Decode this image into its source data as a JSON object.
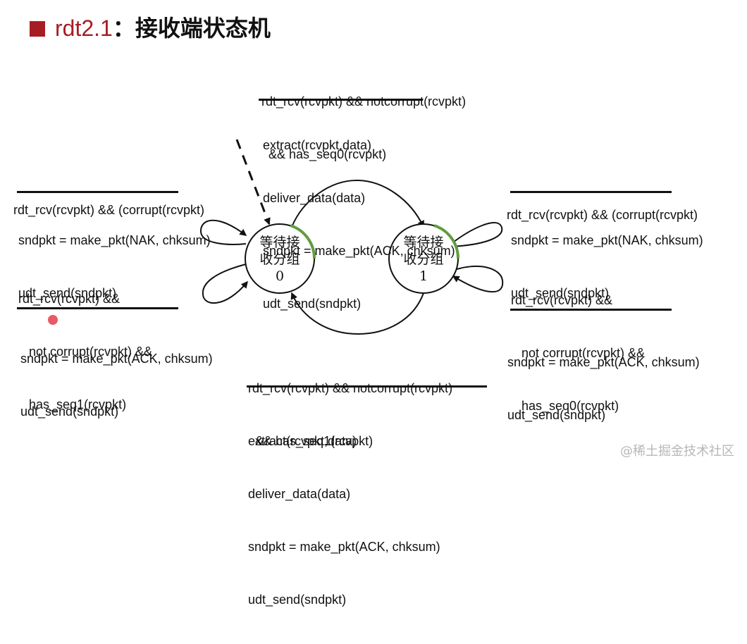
{
  "title": {
    "prefix": "rdt2.1",
    "separator": "：",
    "suffix": "接收端状态机"
  },
  "colors": {
    "accent_red": "#a61d24",
    "state_highlight_green": "#5f9e3d",
    "cursor_dot": "#e75b66",
    "watermark_gray": "#b7b7b7"
  },
  "states": [
    {
      "line1": "等待接",
      "line2": "收分组",
      "line3": "0"
    },
    {
      "line1": "等待接",
      "line2": "收分组",
      "line3": "1"
    }
  ],
  "transitions": {
    "top_center": {
      "condition_lines": [
        "rdt_rcv(rcvpkt) && notcorrupt(rcvpkt)",
        "  && has_seq0(rcvpkt)"
      ],
      "action_lines": [
        "extract(rcvpkt,data)",
        "deliver_data(data)",
        "sndpkt = make_pkt(ACK, chksum)",
        "udt_send(sndpkt)"
      ]
    },
    "left_corrupt": {
      "condition_lines": [
        "rdt_rcv(rcvpkt) && (corrupt(rcvpkt)"
      ],
      "action_lines": [
        "sndpkt = make_pkt(NAK, chksum)",
        "udt_send(sndpkt)"
      ]
    },
    "left_seq1": {
      "condition_lines": [
        "rdt_rcv(rcvpkt) &&",
        "   not corrupt(rcvpkt) &&",
        "   has_seq1(rcvpkt)"
      ],
      "action_lines": [
        "sndpkt = make_pkt(ACK, chksum)",
        "udt_send(sndpkt)"
      ]
    },
    "right_corrupt": {
      "condition_lines": [
        "rdt_rcv(rcvpkt) && (corrupt(rcvpkt)"
      ],
      "action_lines": [
        "sndpkt = make_pkt(NAK, chksum)",
        "udt_send(sndpkt)"
      ]
    },
    "right_seq0": {
      "condition_lines": [
        "rdt_rcv(rcvpkt) &&",
        "   not corrupt(rcvpkt) &&",
        "   has_seq0(rcvpkt)"
      ],
      "action_lines": [
        "sndpkt = make_pkt(ACK, chksum)",
        "udt_send(sndpkt)"
      ]
    },
    "bottom_center": {
      "condition_lines": [
        "rdt_rcv(rcvpkt) && notcorrupt(rcvpkt)",
        "  && has_seq1(rcvpkt)"
      ],
      "action_lines": [
        "extract(rcvpkt,data)",
        "deliver_data(data)",
        "sndpkt = make_pkt(ACK, chksum)",
        "udt_send(sndpkt)"
      ]
    }
  },
  "watermark": "@稀土掘金技术社区"
}
